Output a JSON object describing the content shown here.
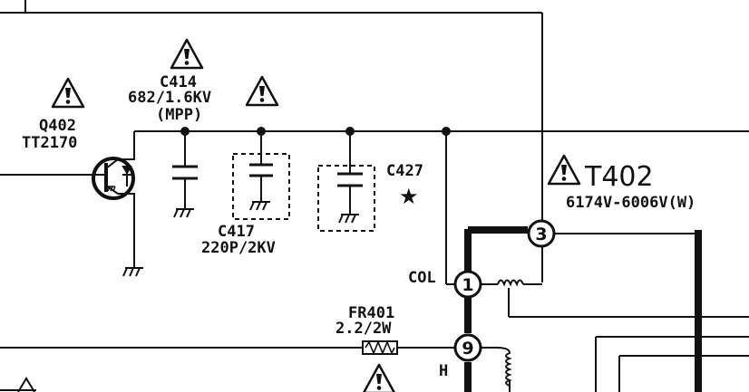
{
  "components": {
    "q402": {
      "ref": "Q402",
      "part": "TT2170"
    },
    "c414": {
      "ref": "C414",
      "value": "682/1.6KV",
      "note": "(MPP)"
    },
    "c417": {
      "ref": "C417",
      "value": "220P/2KV"
    },
    "c427": {
      "ref": "C427",
      "mark": "★"
    },
    "t402": {
      "ref": "T402",
      "value": "6174V-6006V(W)"
    },
    "fr401": {
      "ref": "FR401",
      "value": "2.2/2W"
    }
  },
  "pins": {
    "pin1": "1",
    "pin3": "3",
    "pin9": "9"
  },
  "nets": {
    "col": "COL",
    "h": "H"
  },
  "warning_symbol": "!",
  "icons": [
    "warning-triangle-icon",
    "ground-icon",
    "transistor-icon",
    "capacitor-icon",
    "resistor-icon",
    "inductor-coil-icon"
  ]
}
